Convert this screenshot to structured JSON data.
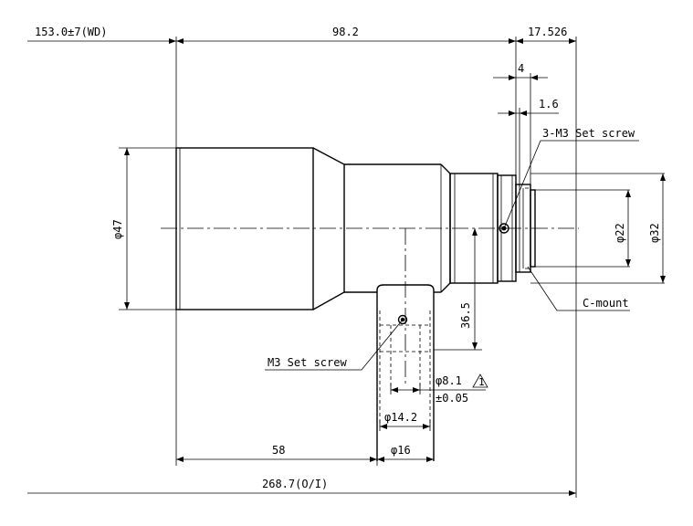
{
  "dimensions": {
    "working_distance": "153.0±7(WD)",
    "body_length": "98.2",
    "flange": "17.526",
    "mount_step": "4",
    "mount_lip": "1.6",
    "front_dia": "φ47",
    "rear_dia_inner": "φ22",
    "rear_dia_outer": "φ32",
    "light_port_offset": "36.5",
    "port_bore": "φ8.1",
    "port_bore_tol": "±0.05",
    "port_inner_dia": "φ14.2",
    "port_outer_dia": "φ16",
    "front_to_port": "58",
    "total_length": "268.7(O/I)"
  },
  "callouts": {
    "set_screw_3": "3-M3 Set screw",
    "set_screw_1": "M3 Set screw",
    "mount": "C-mount",
    "note_symbol": "1"
  }
}
